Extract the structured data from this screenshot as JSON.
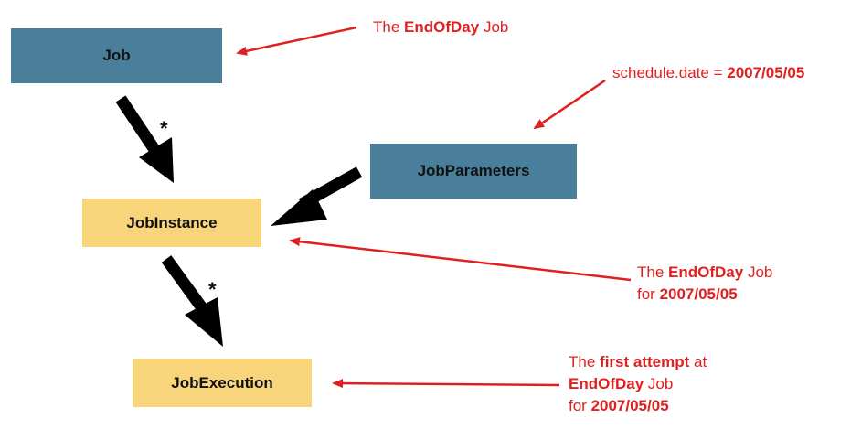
{
  "boxes": {
    "job": "Job",
    "job_parameters": "JobParameters",
    "job_instance": "JobInstance",
    "job_execution": "JobExecution"
  },
  "multiplicity": {
    "job_to_instance": "*",
    "instance_to_execution": "*"
  },
  "notes": {
    "job": {
      "prefix": "The ",
      "bold": "EndOfDay",
      "suffix": " Job"
    },
    "params": {
      "prefix": "schedule.date = ",
      "bold": "2007/05/05"
    },
    "instance": {
      "line1_prefix": "The ",
      "line1_bold": "EndOfDay",
      "line1_suffix": " Job",
      "line2_prefix": "for ",
      "line2_bold": "2007/05/05"
    },
    "execution": {
      "line1_prefix": "The ",
      "line1_bold": "first attempt",
      "line1_suffix": " at",
      "line2_bold": "EndOfDay",
      "line2_suffix": " Job",
      "line3_prefix": "for ",
      "line3_bold": "2007/05/05"
    }
  },
  "colors": {
    "blue_box": "#4a7f9c",
    "yellow_box": "#f8d57b",
    "note_red": "#e02020",
    "arrow_black": "#000000"
  }
}
